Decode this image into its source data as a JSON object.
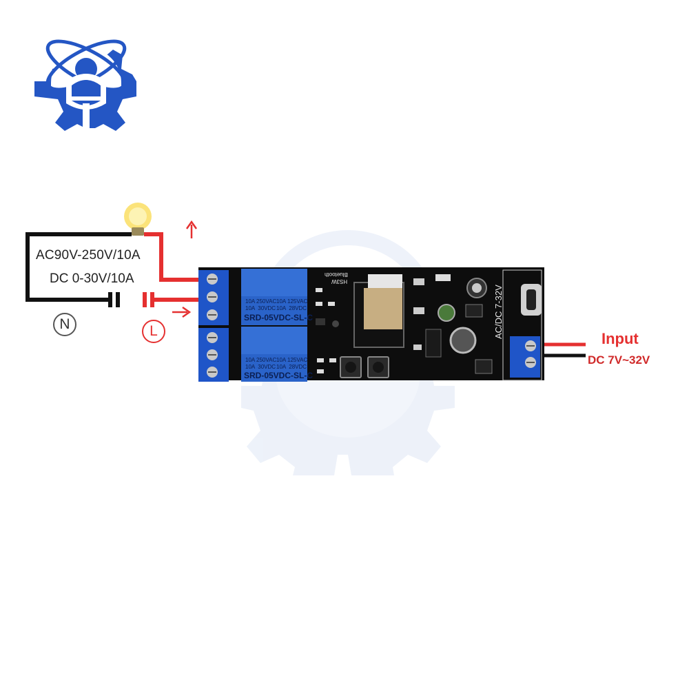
{
  "load": {
    "ac_rating": "AC90V-250V/10A",
    "dc_rating": "DC 0-30V/10A",
    "neutral_marker": "N",
    "live_marker": "L"
  },
  "power_input": {
    "title": "Input",
    "range": "DC 7V~32V"
  },
  "board": {
    "relay_1": {
      "rating_a": "10A 250VAC\n10A  30VDC",
      "rating_b": "10A 125VAC\n10A  28VDC",
      "model": "SRD-05VDC-SL-C"
    },
    "relay_2": {
      "rating_a": "10A 250VAC\n10A  30VDC",
      "rating_b": "10A 125VAC\n10A  28VDC",
      "model": "SRD-05VDC-SL-C"
    },
    "silk_module_top": "Bluetooth",
    "silk_module_bottom": "HS3W",
    "silk_supply": "AC/DC  7-32V"
  },
  "colors": {
    "wire_live": "#e53030",
    "wire_neutral": "#111111",
    "pcb": "#0d0d0d",
    "terminal_blue": "#1f55c8",
    "relay_blue": "#2a63c9",
    "logo_blue": "#2456c4",
    "watermark": "#dde6f5"
  },
  "icons": [
    "logo-icon",
    "bulb-icon",
    "arrow-up-icon",
    "arrow-right-icon",
    "watermark-icon",
    "usb-c-port-icon"
  ]
}
